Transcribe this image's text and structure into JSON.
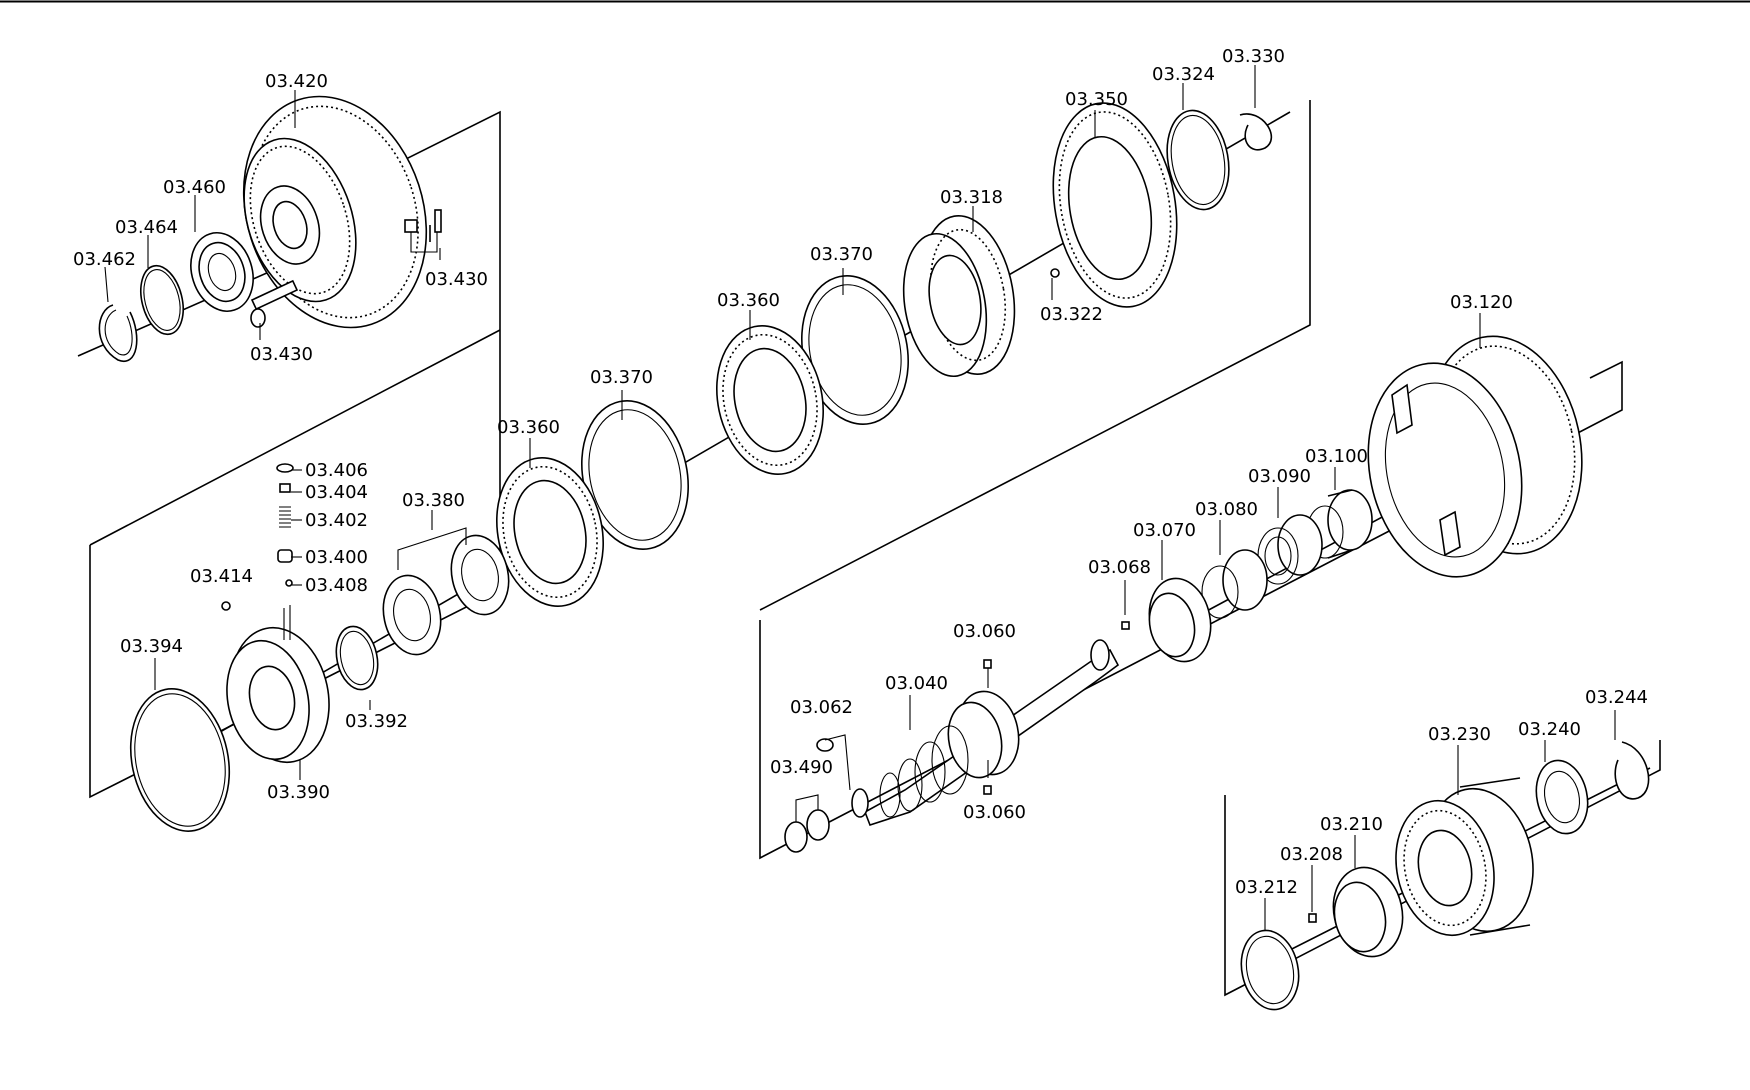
{
  "diagram": {
    "labels": {
      "p03_420": "03.420",
      "p03_460": "03.460",
      "p03_464": "03.464",
      "p03_462": "03.462",
      "p03_430_a": "03.430",
      "p03_430_b": "03.430",
      "p03_350": "03.350",
      "p03_324": "03.324",
      "p03_330": "03.330",
      "p03_318": "03.318",
      "p03_322": "03.322",
      "p03_370_a": "03.370",
      "p03_370_b": "03.370",
      "p03_360_a": "03.360",
      "p03_360_b": "03.360",
      "p03_380": "03.380",
      "p03_406": "03.406",
      "p03_404": "03.404",
      "p03_402": "03.402",
      "p03_400": "03.400",
      "p03_408": "03.408",
      "p03_414": "03.414",
      "p03_394": "03.394",
      "p03_392": "03.392",
      "p03_390": "03.390",
      "p03_120": "03.120",
      "p03_100": "03.100",
      "p03_090": "03.090",
      "p03_080": "03.080",
      "p03_070": "03.070",
      "p03_068": "03.068",
      "p03_060_a": "03.060",
      "p03_060_b": "03.060",
      "p03_040": "03.040",
      "p03_062": "03.062",
      "p03_490": "03.490",
      "p03_230": "03.230",
      "p03_240": "03.240",
      "p03_244": "03.244",
      "p03_210": "03.210",
      "p03_208": "03.208",
      "p03_212": "03.212"
    }
  }
}
